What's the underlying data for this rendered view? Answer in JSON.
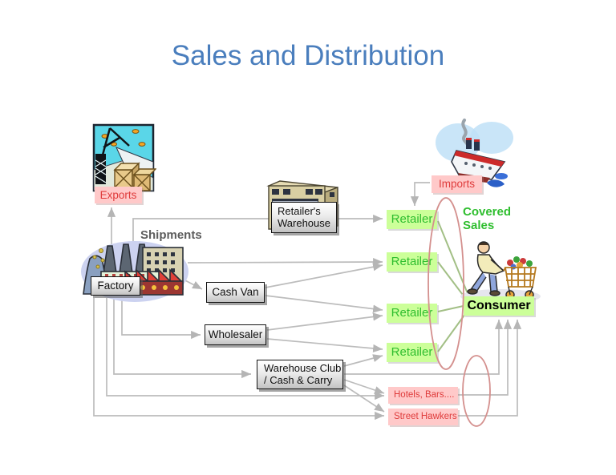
{
  "title": "Sales and Distribution",
  "labels": {
    "exports": "Exports",
    "imports": "Imports",
    "shipments": "Shipments",
    "factory": "Factory",
    "retailers_warehouse_line1": "Retailer's",
    "retailers_warehouse_line2": "Warehouse",
    "cash_van": "Cash Van",
    "wholesaler": "Wholesaler",
    "warehouse_club_line1": "Warehouse Club",
    "warehouse_club_line2": "/ Cash & Carry",
    "covered_sales_line1": "Covered",
    "covered_sales_line2": "Sales",
    "consumer": "Consumer",
    "hotels_bars": "Hotels, Bars....",
    "street_hawkers": "Street Hawkers"
  },
  "retailers": [
    "Retailer",
    "Retailer",
    "Retailer",
    "Retailer"
  ],
  "colors": {
    "title_blue": "#4a7ebd",
    "green_text": "#2fbe2f",
    "green_bg": "#ccff99",
    "pink_bg": "#ffc9c9",
    "red_text": "#df3b3b",
    "gray_line": "#bcbcbc",
    "green_line": "#a2bf85",
    "rose_ellipse": "#d4908e",
    "shipments_gray": "#5c5c5c"
  }
}
